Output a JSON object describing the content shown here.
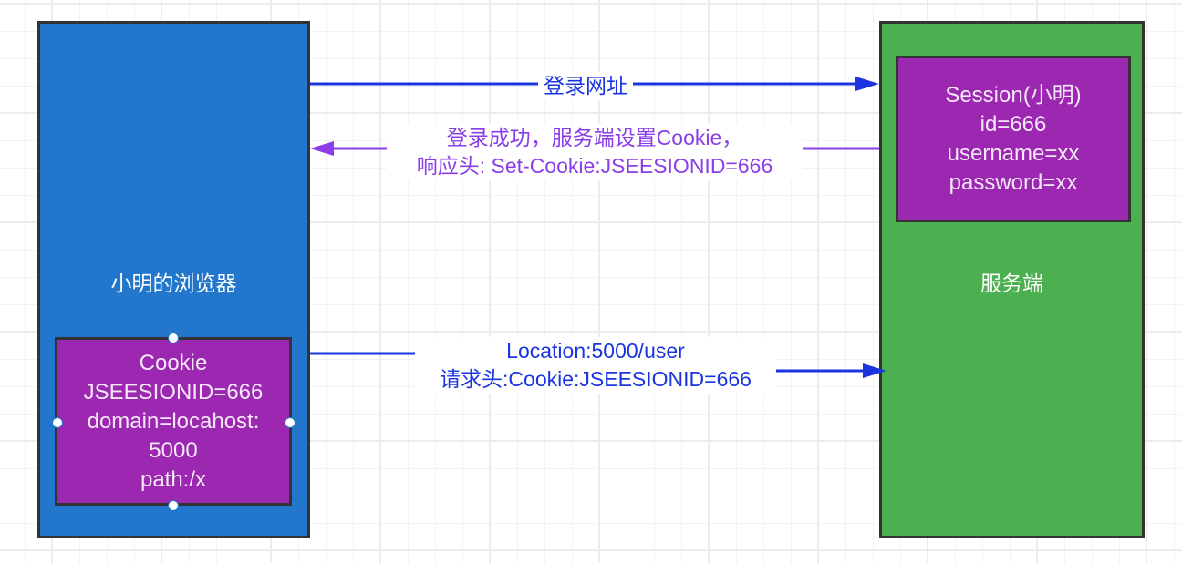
{
  "colors": {
    "browser_fill": "#2277cc",
    "server_fill": "#4caf50",
    "inner_box_fill": "#9c27b0",
    "request_arrow": "#1a35e0",
    "response_arrow": "#8a3de8"
  },
  "browser": {
    "label": "小明的浏览器",
    "cookie": {
      "lines": [
        "Cookie",
        "JSEESIONID=666",
        "domain=locahost:",
        "5000",
        "path:/x"
      ]
    }
  },
  "server": {
    "label": "服务端",
    "session": {
      "lines": [
        "Session(小明)",
        "id=666",
        "username=xx",
        "password=xx"
      ]
    }
  },
  "arrows": {
    "login_request": {
      "direction": "browser-to-server",
      "lines": [
        "登录网址"
      ]
    },
    "login_response": {
      "direction": "server-to-browser",
      "lines": [
        "登录成功，服务端设置Cookie，",
        "响应头: Set-Cookie:JSEESIONID=666"
      ]
    },
    "followup_request": {
      "direction": "browser-to-server",
      "lines": [
        "Location:5000/user",
        "请求头:Cookie:JSEESIONID=666"
      ]
    }
  }
}
